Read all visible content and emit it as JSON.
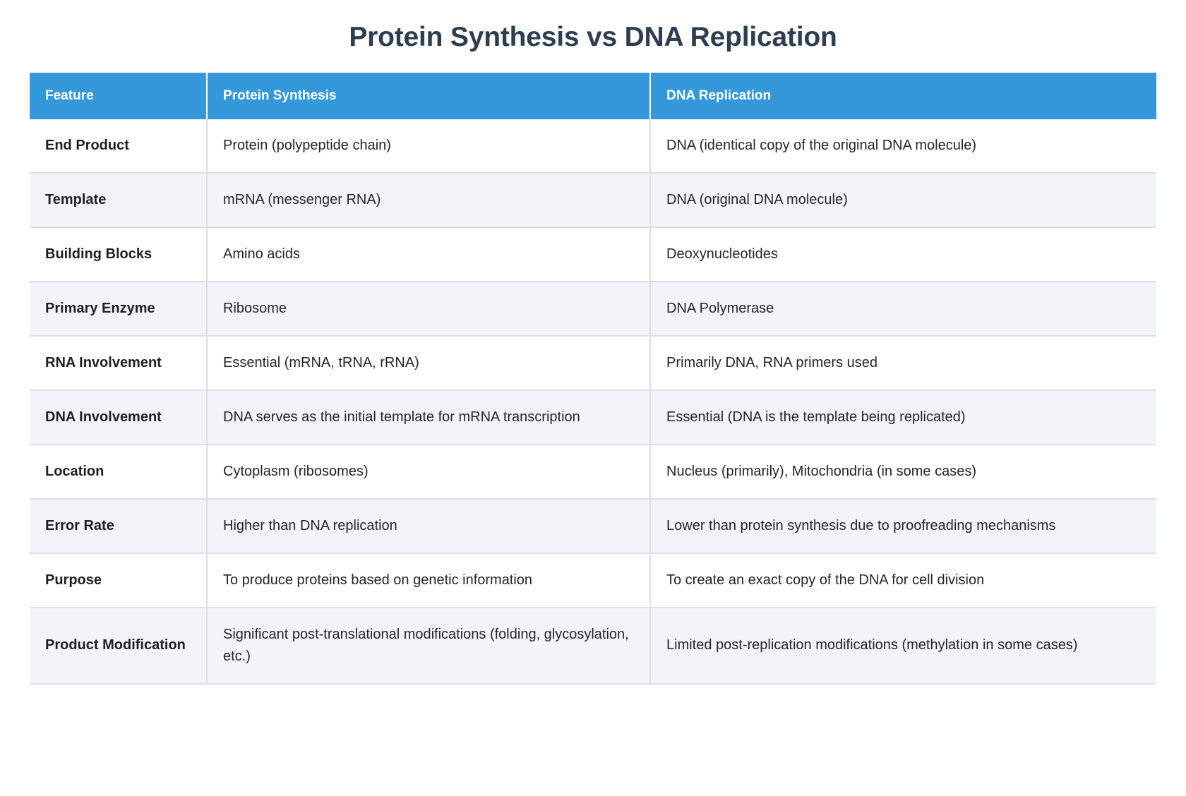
{
  "page": {
    "title": "Protein Synthesis vs DNA Replication",
    "accent_color": "#3498db",
    "title_color": "#2c3e50",
    "row_alt_color": "#f1f4f9",
    "border_color": "#dcdfe3"
  },
  "table": {
    "columns": [
      {
        "key": "feature",
        "label": "Feature"
      },
      {
        "key": "protein_synthesis",
        "label": "Protein Synthesis"
      },
      {
        "key": "dna_replication",
        "label": "DNA Replication"
      }
    ],
    "rows": [
      {
        "feature": "End Product",
        "protein_synthesis": "Protein (polypeptide chain)",
        "dna_replication": "DNA (identical copy of the original DNA molecule)"
      },
      {
        "feature": "Template",
        "protein_synthesis": "mRNA (messenger RNA)",
        "dna_replication": "DNA (original DNA molecule)"
      },
      {
        "feature": "Building Blocks",
        "protein_synthesis": "Amino acids",
        "dna_replication": "Deoxynucleotides"
      },
      {
        "feature": "Primary Enzyme",
        "protein_synthesis": "Ribosome",
        "dna_replication": "DNA Polymerase"
      },
      {
        "feature": "RNA Involvement",
        "protein_synthesis": "Essential (mRNA, tRNA, rRNA)",
        "dna_replication": "Primarily DNA, RNA primers used"
      },
      {
        "feature": "DNA Involvement",
        "protein_synthesis": "DNA serves as the initial template for mRNA transcription",
        "dna_replication": "Essential (DNA is the template being replicated)"
      },
      {
        "feature": "Location",
        "protein_synthesis": "Cytoplasm (ribosomes)",
        "dna_replication": "Nucleus (primarily), Mitochondria (in some cases)"
      },
      {
        "feature": "Error Rate",
        "protein_synthesis": "Higher than DNA replication",
        "dna_replication": "Lower than protein synthesis due to proofreading mechanisms"
      },
      {
        "feature": "Purpose",
        "protein_synthesis": "To produce proteins based on genetic information",
        "dna_replication": "To create an exact copy of the DNA for cell division"
      },
      {
        "feature": "Product Modification",
        "protein_synthesis": "Significant post-translational modifications (folding, glycosylation, etc.)",
        "dna_replication": "Limited post-replication modifications (methylation in some cases)"
      }
    ]
  }
}
